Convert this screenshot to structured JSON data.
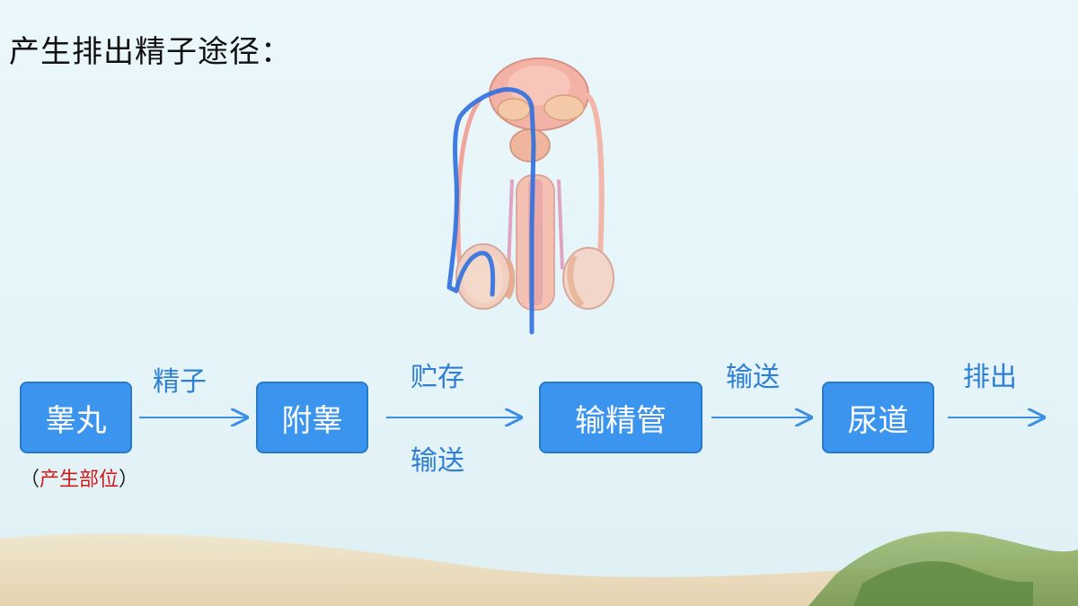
{
  "title": "产生排出精子途径：",
  "flow": {
    "nodes": {
      "testis": "睾丸",
      "epididymis": "附睾",
      "vas_deferens": "输精管",
      "urethra": "尿道"
    },
    "edges": {
      "e1_top": "精子",
      "e2_top": "贮存",
      "e2_bottom": "输送",
      "e3_top": "输送",
      "e4_top": "排出"
    },
    "note": {
      "open": "（",
      "text": "产生部位",
      "close": "）"
    }
  },
  "colors": {
    "node_fill": "#3b95ee",
    "edge_text": "#2f7fd3",
    "arrow": "#3b8fe6",
    "trace": "#2f6fe0",
    "note_highlight": "#d11a1a"
  }
}
